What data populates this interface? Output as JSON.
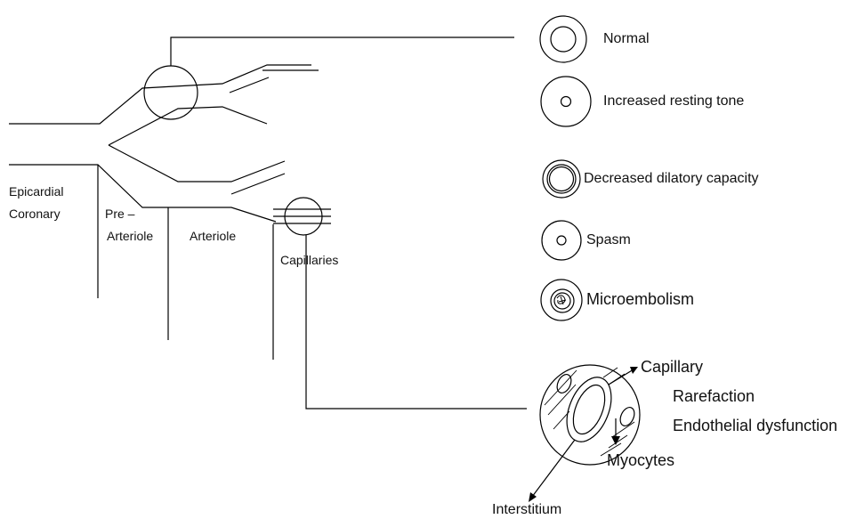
{
  "vessel_labels": {
    "epicardial": "Epicardial",
    "coronary": "Coronary",
    "pre": "Pre –",
    "pre_arteriole": "Arteriole",
    "arteriole": "Arteriole",
    "capillaries": "Capillaries"
  },
  "states": {
    "normal": "Normal",
    "increased_tone": "Increased resting tone",
    "decreased_dilatory": "Decreased dilatory capacity",
    "spasm": "Spasm",
    "microembolism": "Microembolism"
  },
  "tissue": {
    "capillary": "Capillary",
    "rarefaction": "Rarefaction",
    "endothelial": "Endothelial dysfunction",
    "myocytes": "Myocytes",
    "interstitium": "Interstitium"
  }
}
